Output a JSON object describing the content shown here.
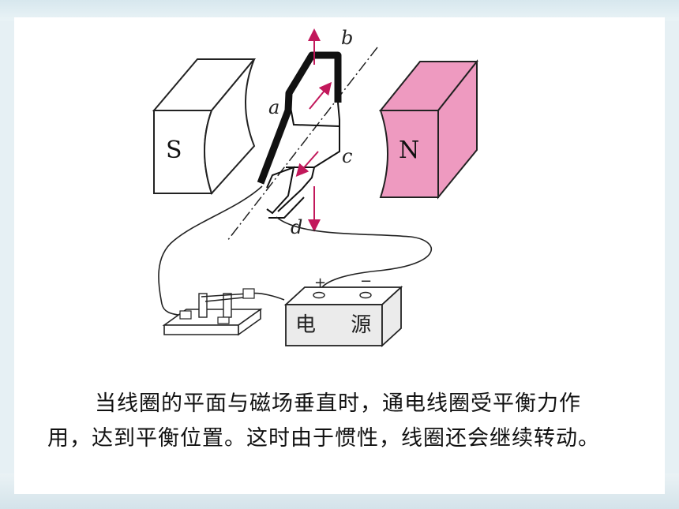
{
  "diagram": {
    "labels": {
      "a": "a",
      "b": "b",
      "c": "c",
      "d": "d"
    },
    "magnets": {
      "south": "S",
      "north": "N",
      "north_color": "#ee9ac0",
      "south_color": "#ffffff"
    },
    "battery": {
      "label": "电 源",
      "positive": "+",
      "negative": "−"
    },
    "arrow_color": "#c2185b"
  },
  "caption": {
    "text": "当线圈的平面与磁场垂直时，通电线圈受平衡力作用，达到平衡位置。这时由于惯性，线圈还会继续转动。"
  }
}
